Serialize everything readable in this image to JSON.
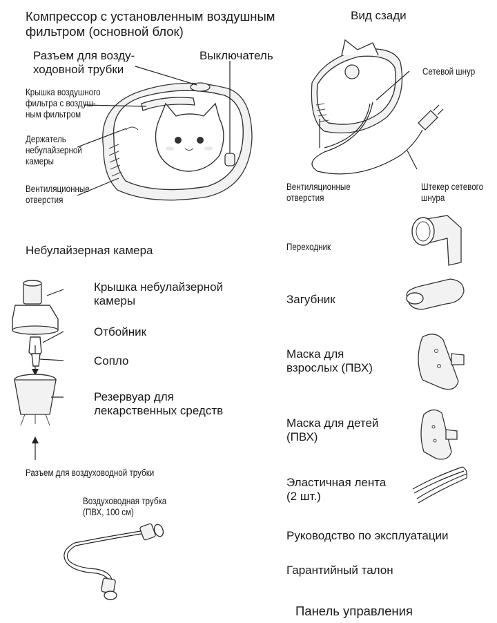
{
  "compressor": {
    "title": "Компрессор с установленным воздушным\nфильтром (основной блок)",
    "tube_connector": "Разъем для возду-\nходовной трубки",
    "switch": "Выключатель",
    "filter_cover": "Крышка воздушного\nфильтра с воздуш-\nным фильтром",
    "chamber_holder": "Держатель\nнебулайзерной\nкамеры",
    "vents": "Вентиляционные\nотверстия"
  },
  "rear_view": {
    "title": "Вид сзади",
    "power_cord": "Сетевой шнур",
    "vents": "Вентиляционные\nотверстия",
    "plug": "Штекер сетевого\nшнура"
  },
  "chamber": {
    "title": "Небулайзерная камера",
    "cap": "Крышка небулайзерной\nкамеры",
    "baffle": "Отбойник",
    "nozzle": "Сопло",
    "reservoir": "Резервуар для\nлекарственных средств",
    "tube_connector": "Разъем для воздуховодной трубки"
  },
  "tube": {
    "label": "Воздуховодная трубка\n(ПВХ, 100 см)"
  },
  "accessories": {
    "adapter": "Переходник",
    "mouthpiece": "Загубник",
    "adult_mask": "Маска для\nвзрослых (ПВХ)",
    "child_mask": "Маска для детей\n(ПВХ)",
    "strap": "Эластичная лента\n(2 шт.)",
    "manual": "Руководство по эксплуатации",
    "warranty": "Гарантийный талон"
  },
  "control_panel": {
    "title": "Панель управления"
  }
}
